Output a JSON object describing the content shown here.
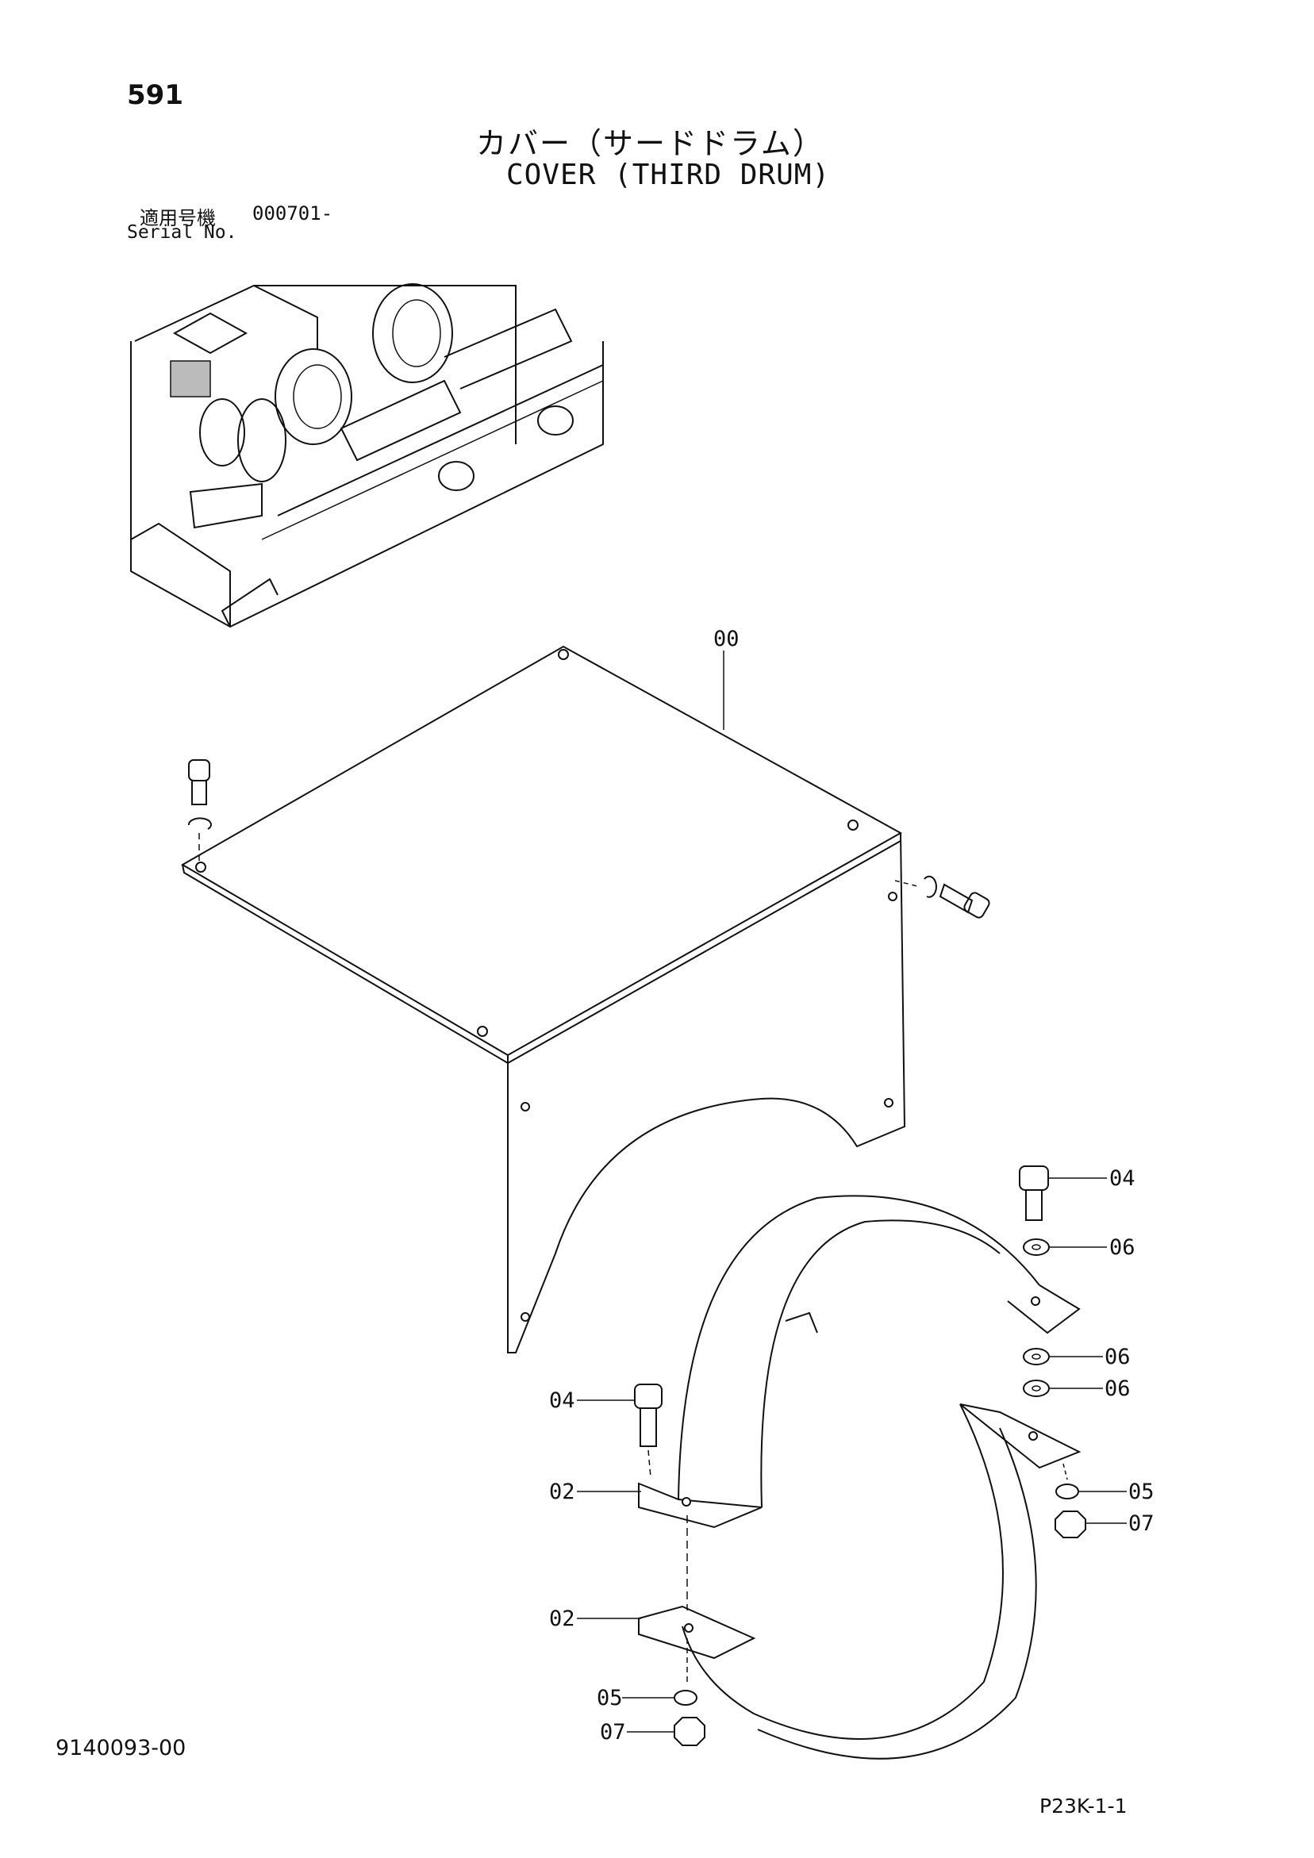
{
  "header": {
    "page_number": "591",
    "title_jp": "カバー（サードドラム）",
    "title_en": "COVER (THIRD DRUM)",
    "serial_label_jp": "適用号機",
    "serial_label_en": "Serial No.",
    "serial_value": "000701-"
  },
  "callouts": {
    "c00": "00",
    "c04a": "04",
    "c06a": "06",
    "c06b": "06",
    "c06c": "06",
    "c04b": "04",
    "c02a": "02",
    "c05a": "05",
    "c07a": "07",
    "c02b": "02",
    "c05b": "05",
    "c07b": "07"
  },
  "footer": {
    "doc_number": "9140093-00",
    "page_code": "P23K-1-1"
  }
}
